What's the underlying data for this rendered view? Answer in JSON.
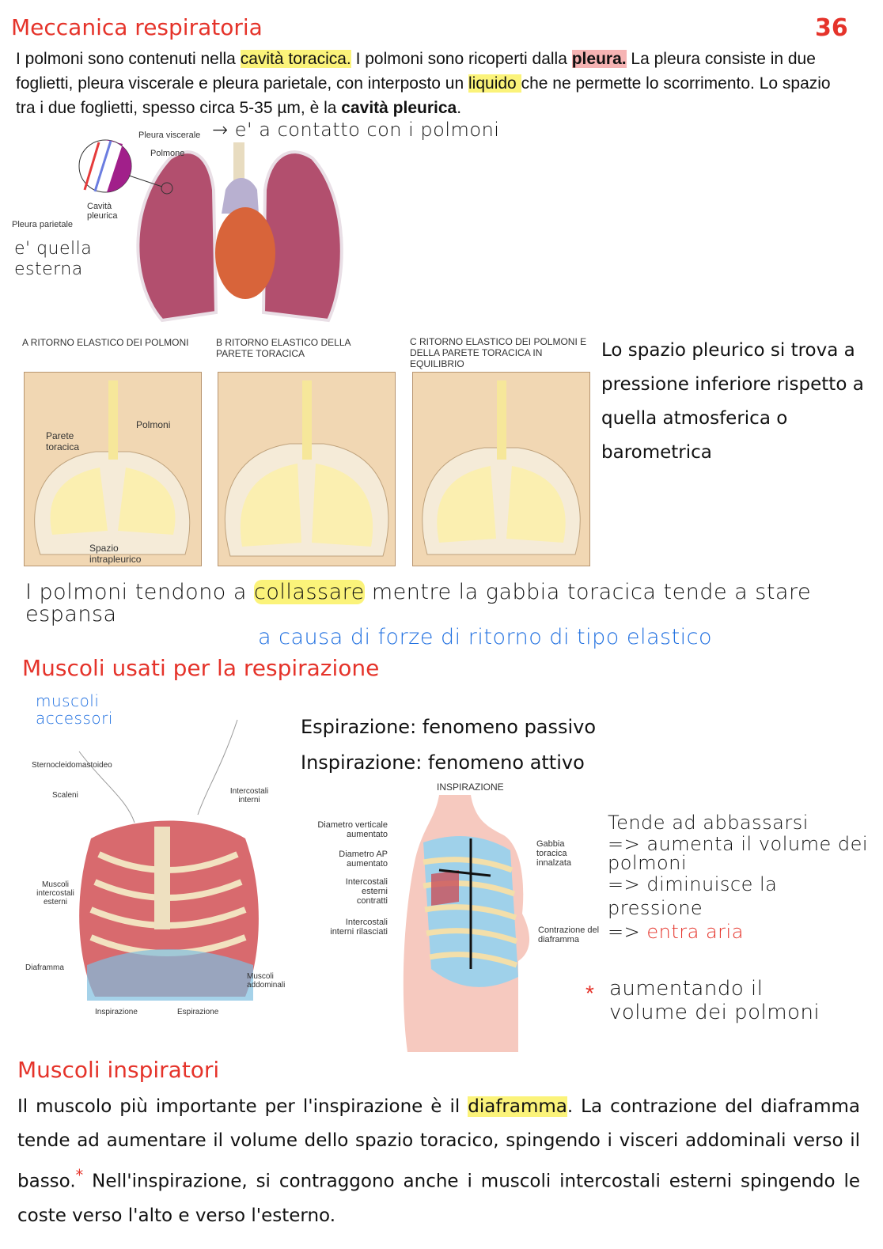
{
  "page_number": "36",
  "section1": {
    "title": "Meccanica respiratoria",
    "p1_a": "I polmoni sono contenuti nella ",
    "p1_hl1": "cavità toracica.",
    "p1_b": " I polmoni sono ricoperti dalla ",
    "p1_hl2": "pleura.",
    "p1_c": " La pleura consiste in due foglietti, pleura viscerale e pleura parietale, con interposto un ",
    "p1_hl3": "liquido ",
    "p1_d": "che ne permette lo scorrimento. Lo spazio tra i due foglietti, spesso circa 5-35 µm, è la ",
    "p1_bold": "cavità pleurica",
    "p1_e": "."
  },
  "lung_figure": {
    "label_visceral": "Pleura viscerale",
    "label_lung": "Polmone",
    "label_cavity": "Cavità pleurica",
    "label_parietal": "Pleura parietale",
    "note_visceral": "e' a contatto con i polmoni",
    "note_parietal": "e' quella esterna"
  },
  "recoil_figure": {
    "panel_a": "A  RITORNO ELASTICO DEI POLMONI",
    "panel_b": "B  RITORNO ELASTICO DELLA PARETE TORACICA",
    "panel_c": "C  RITORNO ELASTICO DEI POLMONI E DELLA PARETE TORACICA IN EQUILIBRIO",
    "label_wall": "Parete toracica",
    "label_lungs": "Polmoni",
    "label_space": "Spazio intrapleurico"
  },
  "side_note": "Lo spazio pleurico si trova a pressione inferiore rispetto a quella atmosferica o barometrica",
  "hand_note1": {
    "a": "I polmoni tendono a ",
    "hl": "collassare",
    "b": " mentre la gabbia toracica tende a stare espansa",
    "cause": "a causa di forze di ritorno di tipo elastico"
  },
  "section2": {
    "title": "Muscoli usati per la respirazione",
    "accessory_note": "muscoli accessori",
    "expiration": "Espirazione: fenomeno passivo",
    "inspiration": "Inspirazione: fenomeno attivo"
  },
  "muscle_figure": {
    "labels": [
      "Sternocleidomastoideo",
      "Scaleni",
      "Intercostali interni",
      "Muscoli intercostali esterni",
      "Diaframma",
      "Muscoli addominali",
      "Inspirazione",
      "Espirazione"
    ]
  },
  "inspiration_figure": {
    "title": "INSPIRAZIONE",
    "labels_left": [
      "Diametro verticale aumentato",
      "Diametro AP aumentato",
      "Intercostali esterni contratti",
      "Intercostali interni rilasciati"
    ],
    "labels_right": [
      "Gabbia toracica innalzata",
      "Contrazione del diaframma"
    ]
  },
  "diaphragm_note": {
    "l1": "Tende ad abbassarsi",
    "l2": "=> aumenta il volume dei polmoni",
    "l3": "=> diminuisce la pressione",
    "l4_prefix": "=> ",
    "l4_red": "entra aria",
    "star": "*",
    "star_note": "aumentando il volume dei polmoni"
  },
  "section3": {
    "title": "Muscoli inspiratori",
    "a": "Il muscolo più importante per l'inspirazione è il ",
    "hl": "diaframma",
    "b": ". La contrazione del diaframma tende ad aumentare il volume dello spazio toracico, spingendo i visceri addominali verso il basso.",
    "star": "*",
    "c": " Nell'inspirazione, si contraggono anche i muscoli intercostali esterni spingendo le coste verso l'alto e verso l'esterno."
  }
}
